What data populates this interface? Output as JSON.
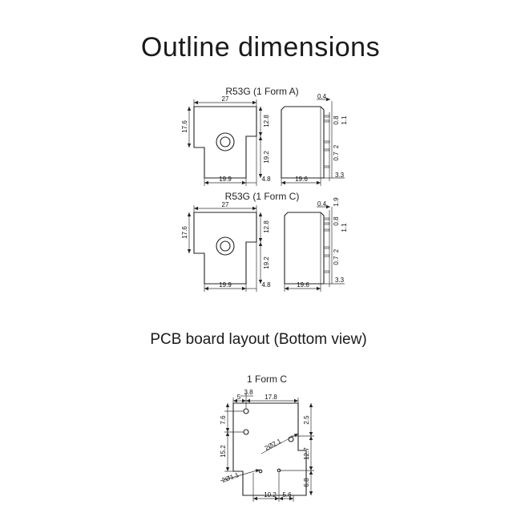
{
  "headings": {
    "outline": "Outline dimensions",
    "pcb": "PCB board layout (Bottom view)"
  },
  "outline_a": {
    "label": "R53G (1 Form A)",
    "dims": {
      "width": "27",
      "height": "17.6",
      "top_right": "12.8",
      "mid_right": "19.2",
      "bottom_left": "19.9",
      "bottom_right": "4.8",
      "side_width": "19.6",
      "side_offset": "0.4",
      "pin_top": "0.8",
      "pin_gap": "1.1",
      "pin_width": "0.7",
      "pin_pitch": "2",
      "pin_length": "3.3"
    }
  },
  "outline_c": {
    "label": "R53G (1 Form C)",
    "dims": {
      "width": "27",
      "height": "17.6",
      "top_right": "12.8",
      "mid_right": "19.2",
      "bottom_left": "19.9",
      "bottom_right": "4.8",
      "side_width": "19.6",
      "side_offset": "0.4",
      "pin_top": "0.8",
      "pin_gap": "1.1",
      "pin_width": "0.7",
      "pin_pitch": "2",
      "pin_length": "3.3",
      "pin_extra": "1.9"
    }
  },
  "pcb": {
    "label": "1 Form C",
    "dims": {
      "d5": "5",
      "d38": "3.8",
      "d178": "17.8",
      "d76": "7.6",
      "d25": "2.5",
      "d152": "15.2",
      "d127": "12.7",
      "d68": "6.8",
      "d102": "10.2",
      "d56": "5.6",
      "hole_large": "2Ø2.1",
      "hole_small": "2Ø1.1"
    }
  }
}
